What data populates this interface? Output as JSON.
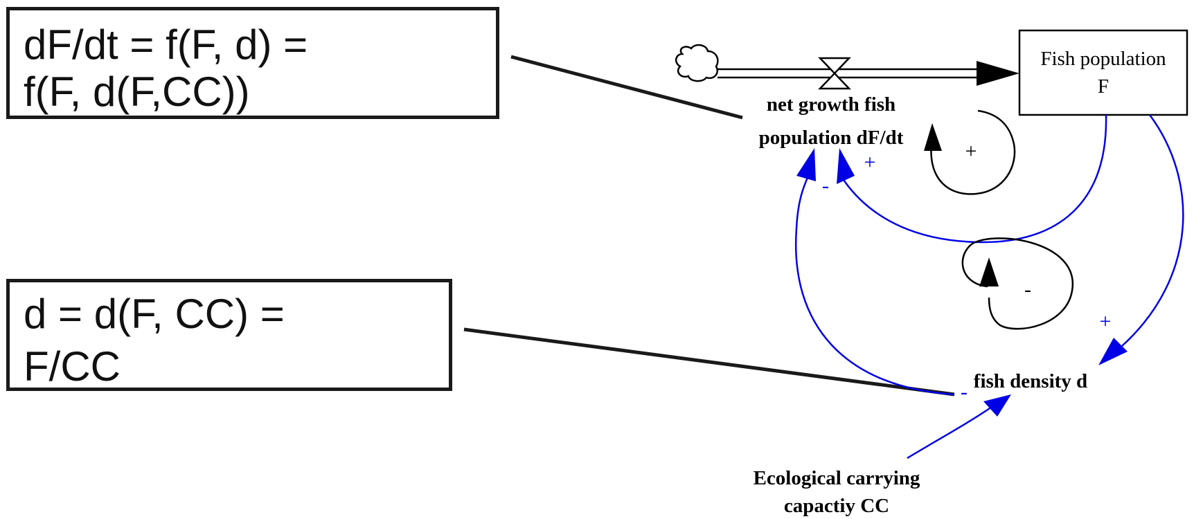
{
  "callouts": {
    "growth": {
      "line1": "dF/dt = f(F, d) =",
      "line2": "f(F, d(F,CC))"
    },
    "density": {
      "line1": "d = d(F, CC) =",
      "line2": "F/CC"
    }
  },
  "stock": {
    "line1": "Fish population",
    "line2": "F"
  },
  "flow": {
    "line1": "net growth fish",
    "line2": "population dF/dt"
  },
  "density_node": {
    "label": "fish density d"
  },
  "carrying": {
    "line1": "Ecological carrying",
    "line2": "capactiy CC"
  },
  "polarities": {
    "stock_to_flow": "+",
    "density_to_flow": "-",
    "stock_to_density": "+",
    "cc_to_density": "-",
    "loop_reinforcing": "+",
    "loop_balancing": "-"
  },
  "colors": {
    "link": "#0000e6",
    "text": "#000000",
    "box_border": "#1a1a1a"
  }
}
